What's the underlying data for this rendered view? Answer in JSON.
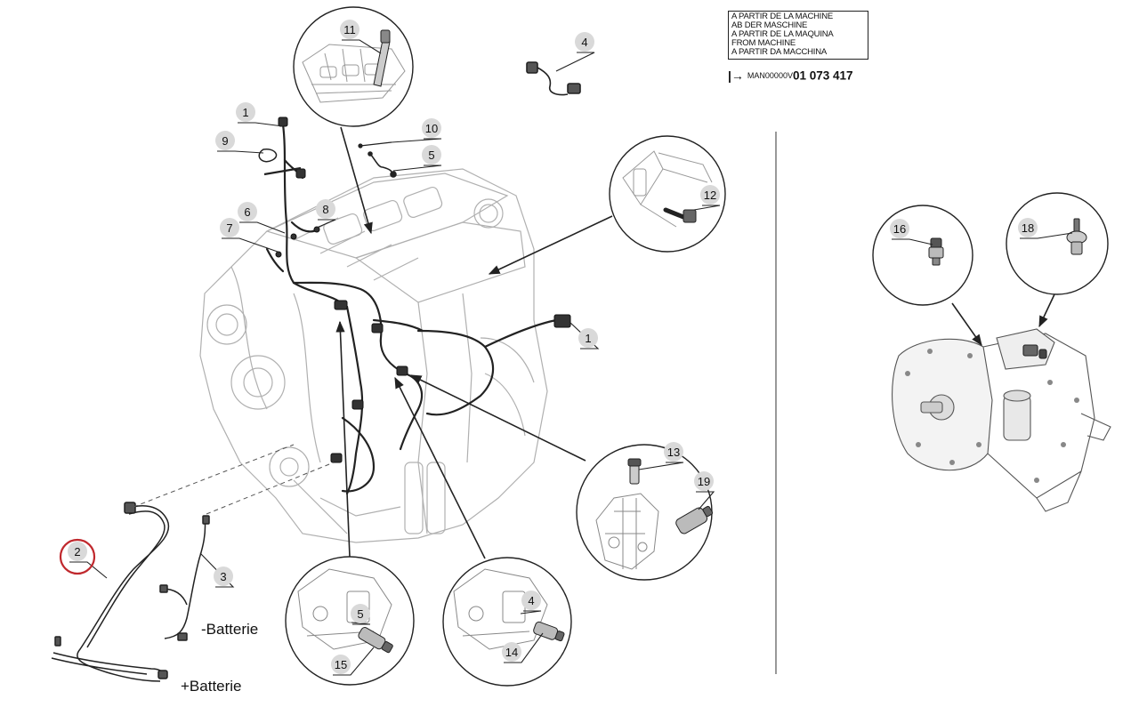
{
  "serial_notice": {
    "lines": [
      "A PARTIR DE LA MACHINE",
      "AB DER MASCHINE",
      "A PARTIR DE LA MAQUINA",
      "FROM MACHINE",
      "A PARTIR DA MACCHINA"
    ],
    "arrow_symbol": "|→",
    "serial_prefix": "MAN00000V",
    "serial_number": "01 073 417"
  },
  "callouts": {
    "c11": "11",
    "c4": "4",
    "c1a": "1",
    "c9": "9",
    "c10": "10",
    "c5": "5",
    "c6": "6",
    "c8": "8",
    "c7": "7",
    "c12": "12",
    "c1b": "1",
    "c13": "13",
    "c19": "19",
    "c2": "2",
    "c3": "3",
    "c15": "15",
    "c5b": "5",
    "c14": "14",
    "c4b": "4",
    "c16": "16",
    "c18": "18"
  },
  "battery_labels": {
    "negative": "-Batterie",
    "positive": "+Batterie"
  },
  "colors": {
    "line": "#222222",
    "engine_gray": "#b0b0b0",
    "badge_fill": "#d9d9d9",
    "highlight_red": "#c0282d"
  }
}
